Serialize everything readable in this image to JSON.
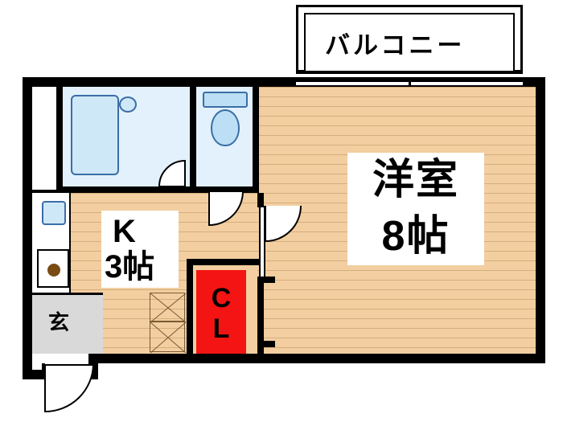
{
  "plan": {
    "title": "apartment-floor-plan",
    "rooms": [
      {
        "id": "balcony",
        "label": "バルコニー"
      },
      {
        "id": "western-room",
        "label_line1": "洋室",
        "label_line2": "8帖"
      },
      {
        "id": "kitchen",
        "label_line1": "K",
        "label_line2": "3帖"
      },
      {
        "id": "closet",
        "label_line1": "C",
        "label_line2": "L"
      },
      {
        "id": "entrance",
        "label": "玄"
      }
    ],
    "colors": {
      "wall": "#000000",
      "floor": "#f2cea0",
      "water_area": "#e2f1fb",
      "fixture_outline": "#3b6ea8",
      "fixture_fill": "#cfe8f7",
      "closet_accent": "#f41414",
      "entrance_fill": "#d9d9d9",
      "background": "#ffffff"
    }
  }
}
